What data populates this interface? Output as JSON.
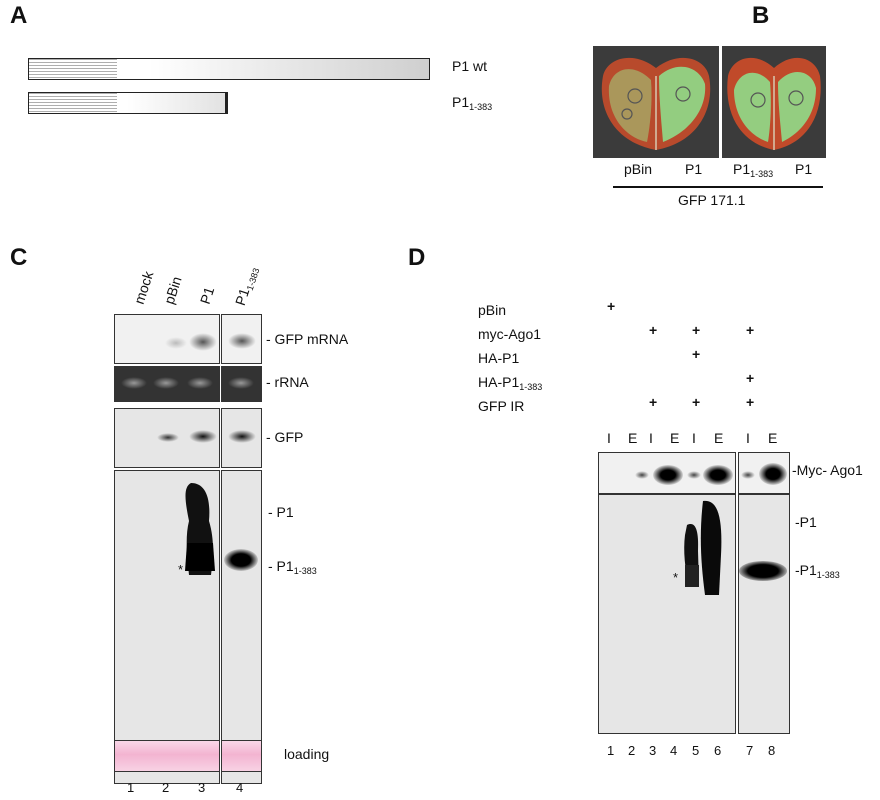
{
  "panels": {
    "a": {
      "letter": "A",
      "constructs": [
        {
          "label_main": "P1 wt",
          "label_sub": ""
        },
        {
          "label_main": "P1",
          "label_sub": "1-383"
        }
      ]
    },
    "b": {
      "letter": "B",
      "lane_labels": [
        {
          "main": "pBin",
          "sub": ""
        },
        {
          "main": "P1",
          "sub": ""
        },
        {
          "main": "P1",
          "sub": "1-383"
        },
        {
          "main": "P1",
          "sub": ""
        }
      ],
      "group_label": "GFP 171.1"
    },
    "c": {
      "letter": "C",
      "lane_headers": [
        {
          "main": "mock",
          "sub": ""
        },
        {
          "main": "pBin",
          "sub": ""
        },
        {
          "main": "P1",
          "sub": ""
        },
        {
          "main": "P1",
          "sub": "1-383"
        }
      ],
      "row_labels": {
        "gfp_mrna": "- GFP mRNA",
        "rrna": "- rRNA",
        "gfp": "- GFP",
        "p1": "- P1",
        "p1_trunc_main": "- P1",
        "p1_trunc_sub": "1-383",
        "loading": "loading"
      },
      "asterisk": "*",
      "lane_numbers": [
        "1",
        "2",
        "3",
        "4"
      ]
    },
    "d": {
      "letter": "D",
      "conditions": [
        {
          "label_main": "pBin",
          "label_sub": "",
          "marks": [
            "+",
            "",
            "",
            "",
            "",
            "",
            "",
            ""
          ]
        },
        {
          "label_main": "myc-Ago1",
          "label_sub": "",
          "marks": [
            "",
            "",
            "+",
            "",
            "+",
            "",
            "+",
            ""
          ]
        },
        {
          "label_main": "HA-P1",
          "label_sub": "",
          "marks": [
            "",
            "",
            "",
            "",
            "+",
            "",
            "",
            ""
          ]
        },
        {
          "label_main": "HA-P1",
          "label_sub": "1-383",
          "marks": [
            "",
            "",
            "",
            "",
            "",
            "",
            "+",
            ""
          ]
        },
        {
          "label_main": "GFP IR",
          "label_sub": "",
          "marks": [
            "",
            "",
            "+",
            "",
            "+",
            "",
            "+",
            ""
          ]
        }
      ],
      "fraction_labels": [
        "I",
        "E",
        "I",
        "E",
        "I",
        "E",
        "I",
        "E"
      ],
      "row_labels": {
        "myc_ago1": "-Myc- Ago1",
        "p1": "-P1",
        "p1_trunc_main": "-P1",
        "p1_trunc_sub": "1-383"
      },
      "asterisk": "*",
      "lane_numbers": [
        "1",
        "2",
        "3",
        "4",
        "5",
        "6",
        "7",
        "8"
      ]
    }
  }
}
